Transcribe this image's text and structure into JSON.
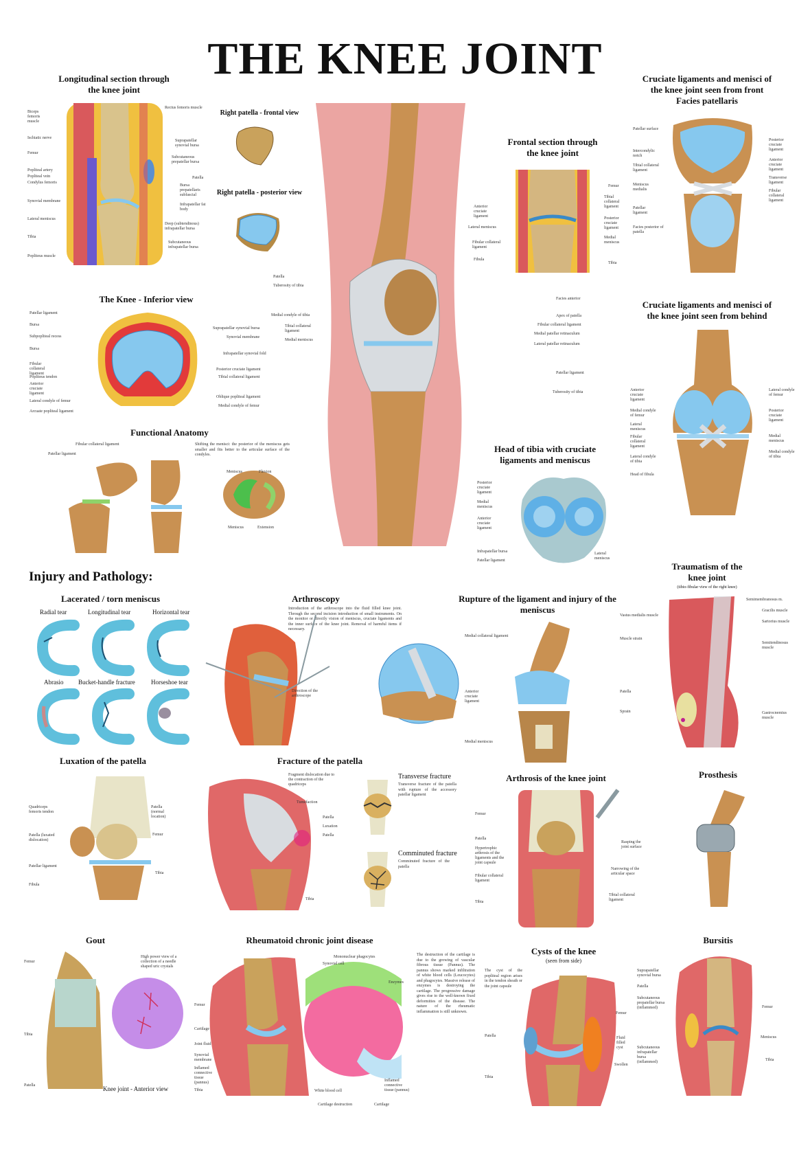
{
  "title": "THE KNEE JOINT",
  "colors": {
    "bone": "#c99152",
    "cartilage": "#86c8ee",
    "muscle": "#d9595c",
    "skin": "#eba5a2",
    "fat": "#f0c040",
    "ligament": "#d8dce0"
  },
  "longitudinal": {
    "heading": "Longitudinal section through the knee joint",
    "labels": [
      "Biceps femoris muscle",
      "Ischiatic nerve",
      "Femur",
      "Popliteal artery",
      "Popliteal vein",
      "Condylus femoris",
      "Synovial membrane",
      "Lateral meniscus",
      "Tibia",
      "Popliteus muscle",
      "Rectus femoris muscle",
      "Suprapatellar synovial bursa",
      "Subcutaneous prepatellar bursa",
      "Patella",
      "Bursa prepatellaris subfascial",
      "Infrapatellar fat body",
      "Deep (subtendinous) infrapatellar bursa",
      "Subcutaneous infrapatellar bursa"
    ]
  },
  "patella": {
    "frontal": "Right patella - frontal view",
    "posterior": "Right patella - posterior view"
  },
  "main_knee": {
    "labels": [
      "Patella",
      "Tuberosity of tibia",
      "Medial condyle of tibia",
      "Tibial collateral ligament",
      "Medial meniscus",
      "Facies anterior",
      "Apex of patella",
      "Fibular collateral ligament",
      "Medial patellar retinaculum",
      "Lateral patellar retinaculum",
      "Patellar ligament",
      "Tuberosity of tibia"
    ]
  },
  "frontal_section": {
    "heading": "Frontal section through the knee joint",
    "labels": [
      "Anterior cruciate ligament",
      "Lateral meniscus",
      "Fibular collateral ligament",
      "Fibula",
      "Femur",
      "Tibial collateral ligament",
      "Posterior cruciate ligament",
      "Medial meniscus",
      "Tibia"
    ]
  },
  "cruciate_front": {
    "heading": "Cruciate ligaments and menisci of the knee joint seen from front Facies patellaris",
    "labels": [
      "Patellar surface",
      "Intercondylic notch",
      "Tibial collateral ligament",
      "Meniscus medialis",
      "Patellar ligament",
      "Facies posterior of patella",
      "Posterior cruciate ligament",
      "Anterior cruciate ligament",
      "Transverse ligament",
      "Fibular collateral ligament"
    ]
  },
  "inferior": {
    "heading": "The Knee - Inferior view",
    "labels": [
      "Patellar ligament",
      "Bursa",
      "Subpopliteal recess",
      "Bursa",
      "Fibular collateral ligament",
      "Popliteus tendon",
      "Anterior cruciate ligament",
      "Lateral condyle of femur",
      "Arcuate popliteal ligament",
      "Suprapatellar synovial bursa",
      "Synovial membrane",
      "Infrapatellar synovial fold",
      "Posterior cruciate ligament",
      "Tibial collateral ligament",
      "Oblique popliteal ligament",
      "Medial condyle of femur"
    ]
  },
  "cruciate_behind": {
    "heading": "Cruciate ligaments and menisci of the knee joint seen from behind",
    "labels": [
      "Anterior cruciate ligament",
      "Medial condyle of femur",
      "Lateral meniscus",
      "Fibular collateral ligament",
      "Lateral condyle of tibia",
      "Head of fibula",
      "Lateral condyle of femur",
      "Posterior cruciate ligament",
      "Medial meniscus",
      "Medial condyle of tibia"
    ]
  },
  "functional": {
    "heading": "Functional Anatomy",
    "text": "Shifting the menisci: the posterior of the meniscus gets smaller and fits better to the articular surface of the condyles.",
    "labels": [
      "Fibular collateral ligament",
      "Patellar ligament",
      "Meniscus",
      "Flexion",
      "Meniscus",
      "Extension"
    ]
  },
  "tibia_head": {
    "heading": "Head of tibia with cruciate ligaments and meniscus",
    "labels": [
      "Posterior cruciate ligament",
      "Medial meniscus",
      "Anterior cruciate ligament",
      "Infrapatellar bursa",
      "Patellar ligament",
      "Lateral meniscus"
    ]
  },
  "injury_heading": "Injury and Pathology:",
  "torn_meniscus": {
    "heading": "Lacerated / torn meniscus",
    "types": [
      "Radial tear",
      "Longitudinal tear",
      "Horizontal tear",
      "Abrasio",
      "Bucket-handle fracture",
      "Horseshoe tear"
    ]
  },
  "arthroscopy": {
    "heading": "Arthroscopy",
    "text": "Introduction of the arthroscope into the fluid filled knee joint. Through the second incision introduction of small instruments. On the monitor or directly vision of meniscus, cruciate ligaments and the inner surface of the knee joint. Removal of harmful items if necessary.",
    "labels": [
      "Direction of the arthroscope"
    ]
  },
  "rupture": {
    "heading": "Rupture of the ligament and injury of the meniscus",
    "labels": [
      "Medial collateral ligament",
      "Anterior cruciate ligament",
      "Medial meniscus"
    ]
  },
  "traumatism": {
    "heading": "Traumatism of the knee joint",
    "subheading": "(tibio-fibular view of the right knee)",
    "labels": [
      "Vastus medialis muscle",
      "Muscle strain",
      "Patella",
      "Sprain",
      "Semimembranosus m.",
      "Gracilis muscle",
      "Sartorius muscle",
      "Semitendinosus muscle",
      "Gastrocnemius muscle"
    ]
  },
  "luxation": {
    "heading": "Luxation of the patella",
    "labels": [
      "Quadriceps femoris tendon",
      "Patella (luxated dislocation)",
      "Patellar ligament",
      "Fibula",
      "Patella (normal location)",
      "Femur",
      "Tibia"
    ]
  },
  "fracture": {
    "heading": "Fracture of the patella",
    "labels": [
      "Fragment dislocation due to the contraction of the quadriceps",
      "Tumefaction",
      "Patella",
      "Luxation",
      "Patella",
      "Tibia"
    ],
    "transverse": {
      "title": "Transverse fracture",
      "text": "Transverse fracture of the patella with rupture of the accessory patellar ligament"
    },
    "comminuted": {
      "title": "Comminuted fracture",
      "text": "Comminuted fracture of the patella"
    }
  },
  "arthrosis": {
    "heading": "Arthrosis of the knee joint",
    "labels": [
      "Femur",
      "Patella",
      "Hypertrophic arthrosis of the ligaments and the joint capsule",
      "Fibular collateral ligament",
      "Tibia",
      "Rasping the joint surface",
      "Narrowing of the articular space",
      "Tibial collateral ligament"
    ]
  },
  "prosthesis": {
    "heading": "Prosthesis"
  },
  "gout": {
    "heading": "Gout",
    "caption": "Knee joint - Anterior view",
    "labels": [
      "Femur",
      "Tibia",
      "Patella",
      "High power view of a collection of a needle shaped uric crystals"
    ]
  },
  "rheumatoid": {
    "heading": "Rheumatoid chronic joint disease",
    "text": "The destruction of the cartilage is due to the growing of vascular fibrous tissue (Pannus). The pannus shows marked infiltration of white blood cells (Leucocytes) and phagocytes. Massive release of enzymes is destroying the cartilage. The progressive damage gives rise to the well-known fixed deformities of the disease. The nature of the rheumatic inflammation is still unknown.",
    "labels": [
      "Femur",
      "Cartilage",
      "Joint fluid",
      "Synovial membrane",
      "Inflamed connective tissue (pannus)",
      "Tibia",
      "Mononuclear phagocytes",
      "Synovial cell",
      "Enzymes",
      "White blood cell",
      "Cartilage destruction",
      "Cartilage",
      "Inflamed connective tissue (pannus)"
    ]
  },
  "cysts": {
    "heading": "Cysts of the knee",
    "subheading": "(seen from side)",
    "text": "The cyst of the popliteal region arises in the tendon sheath or the joint capsule",
    "labels": [
      "Patella",
      "Tibia",
      "Femur",
      "Fluid filled cyst",
      "Swollen"
    ]
  },
  "bursitis": {
    "heading": "Bursitis",
    "labels": [
      "Suprapatellar synovial bursa",
      "Patella",
      "Subcutaneous prepatellar bursa (inflammed)",
      "Subcutaneous infrapatellar bursa (inflammed)",
      "Femur",
      "Meniscus",
      "Tibia"
    ]
  }
}
